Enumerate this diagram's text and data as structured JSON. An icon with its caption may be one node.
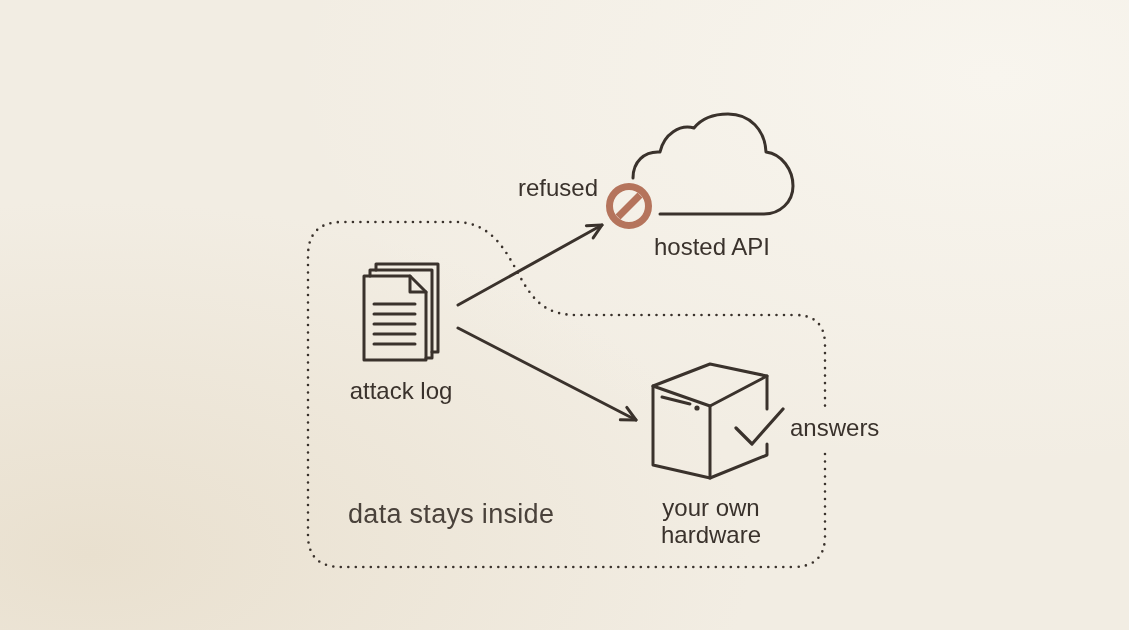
{
  "diagram": {
    "nodes": [
      {
        "text": [
          "data stays inside"
        ]
      },
      {
        "text": [
          "attack log"
        ],
        "in": 0
      },
      {
        "text": [
          "hosted API"
        ]
      },
      {
        "text": [
          "your own hardware"
        ],
        "in": 0,
        "beside": [
          "answers"
        ]
      }
    ],
    "edges": [
      {
        "from": 1,
        "to": 2,
        "arrow": "to",
        "label": "refused"
      },
      {
        "from": 1,
        "to": 3,
        "arrow": "to"
      }
    ]
  }
}
